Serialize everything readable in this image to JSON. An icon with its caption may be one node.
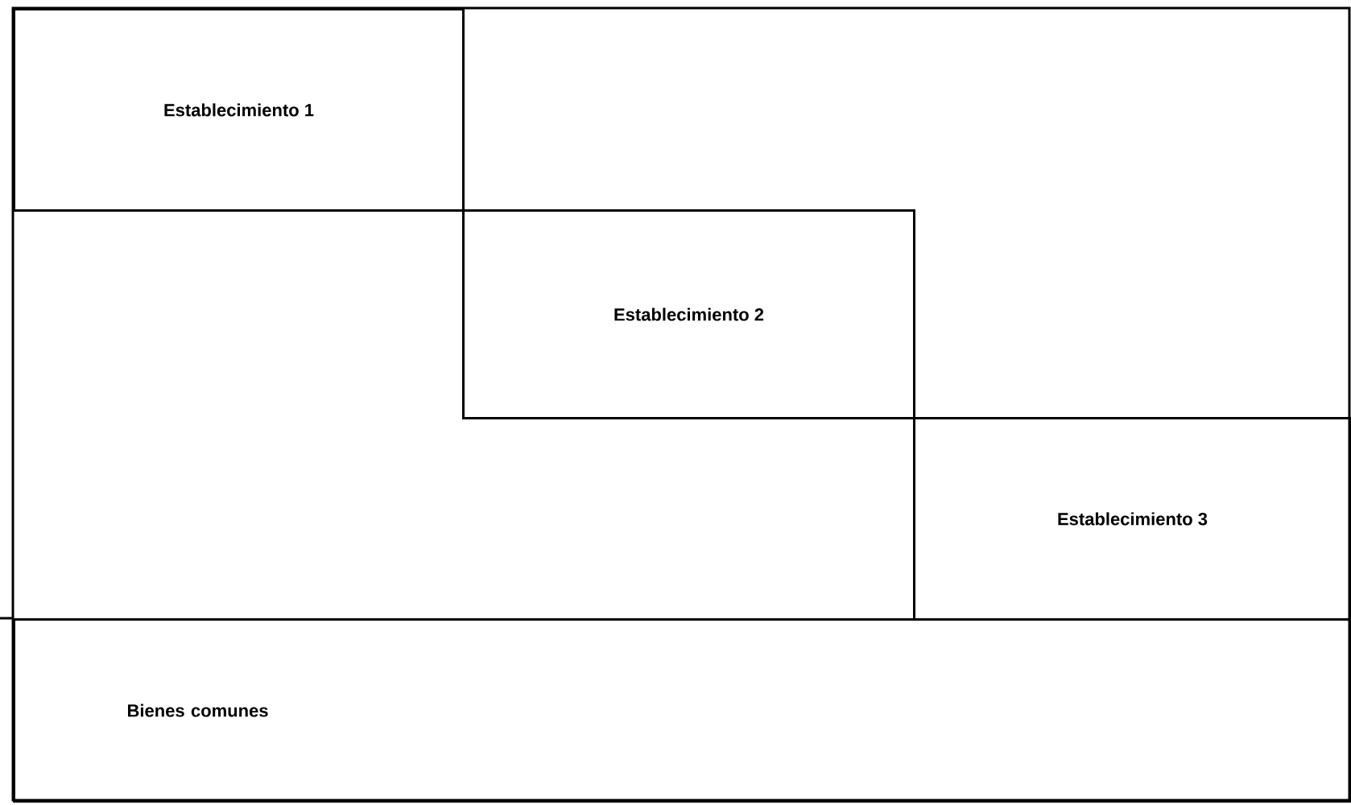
{
  "diagram": {
    "nodes": [
      {
        "text": [
          "Establecimiento 1"
        ]
      },
      {
        "text": [
          "Establecimiento 2"
        ]
      },
      {
        "text": [
          "Establecimiento 3"
        ]
      },
      {
        "text": [
          "Bienes comunes"
        ]
      }
    ]
  }
}
